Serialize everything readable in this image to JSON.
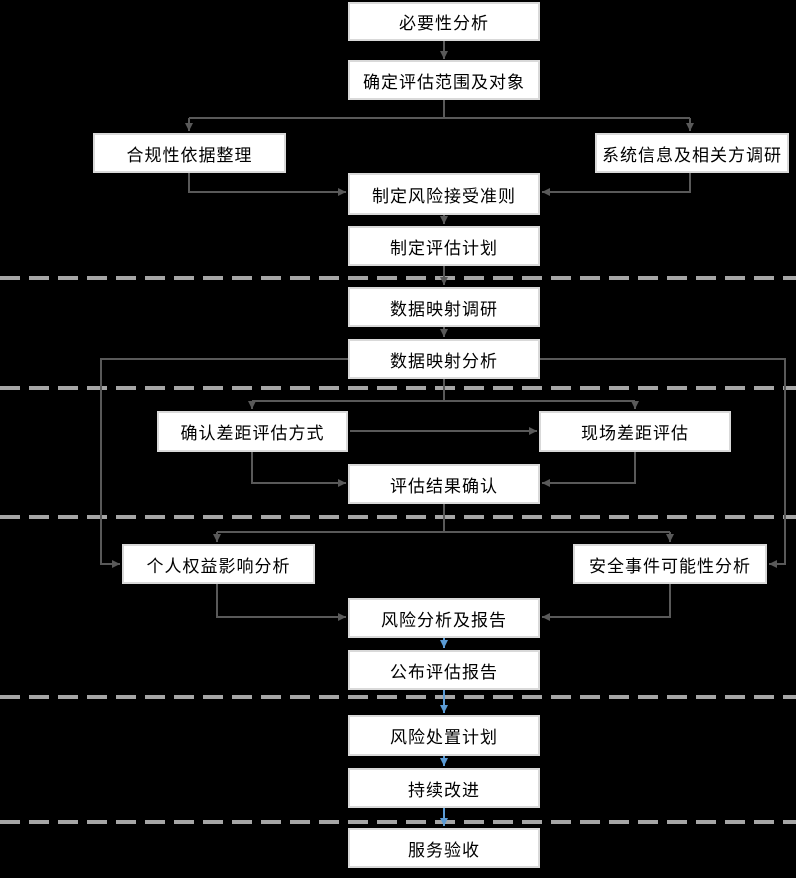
{
  "diagram": {
    "type": "flowchart",
    "colors": {
      "background": "#000000",
      "box_fill": "#ffffff",
      "box_border": "#d9d9d9",
      "text": "#000000",
      "connector": "#595959",
      "connector_blue": "#5b9bd5",
      "dashed_line": "#a6a6a6"
    },
    "nodes": [
      {
        "id": "necessity-analysis",
        "label": "必要性分析"
      },
      {
        "id": "define-scope-and-targets",
        "label": "确定评估范围及对象"
      },
      {
        "id": "compliance-basis-collation",
        "label": "合规性依据整理"
      },
      {
        "id": "system-info-stakeholder-survey",
        "label": "系统信息及相关方调研"
      },
      {
        "id": "risk-acceptance-criteria",
        "label": "制定风险接受准则"
      },
      {
        "id": "assessment-plan",
        "label": "制定评估计划"
      },
      {
        "id": "data-mapping-survey",
        "label": "数据映射调研"
      },
      {
        "id": "data-mapping-analysis",
        "label": "数据映射分析"
      },
      {
        "id": "confirm-gap-assessment-method",
        "label": "确认差距评估方式"
      },
      {
        "id": "onsite-gap-assessment",
        "label": "现场差距评估"
      },
      {
        "id": "assessment-result-confirmation",
        "label": "评估结果确认"
      },
      {
        "id": "personal-rights-impact-analysis",
        "label": "个人权益影响分析"
      },
      {
        "id": "security-incident-likelihood-analysis",
        "label": "安全事件可能性分析"
      },
      {
        "id": "risk-analysis-and-report",
        "label": "风险分析及报告"
      },
      {
        "id": "publish-assessment-report",
        "label": "公布评估报告"
      },
      {
        "id": "risk-treatment-plan",
        "label": "风险处置计划"
      },
      {
        "id": "continuous-improvement",
        "label": "持续改进"
      },
      {
        "id": "service-acceptance",
        "label": "服务验收"
      }
    ]
  }
}
